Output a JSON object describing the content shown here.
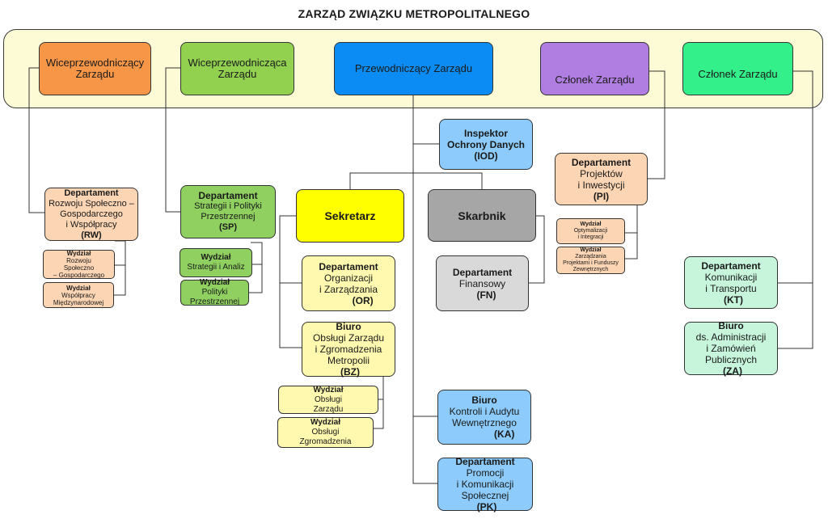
{
  "title": "ZARZĄD ZWIĄZKU METROPOLITALNEGO",
  "board": {
    "vice1": [
      "Wiceprzewodniczący",
      "Zarządu"
    ],
    "vice2": [
      "Wiceprzewodnicząca",
      "Zarządu"
    ],
    "chair": "Przewodniczący Zarządu",
    "member1": "Członek Zarządu",
    "member2": "Członek Zarządu"
  },
  "units": {
    "iod": [
      "Inspektor",
      "Ochrony Danych",
      "(IOD)"
    ],
    "rw": {
      "head": "Departament",
      "lines": [
        "Rozwoju Społeczno –",
        "Gospodarczego",
        "i Współpracy"
      ],
      "code": "(RW)"
    },
    "rw_wydzial1": {
      "head": "Wydział",
      "lines": [
        "Rozwoju",
        "Społeczno",
        "– Gospodarczego"
      ]
    },
    "rw_wydzial2": {
      "head": "Wydział",
      "lines": [
        "Współpracy",
        "Międzynarodowej"
      ]
    },
    "sp": {
      "head": "Departament",
      "lines": [
        "Strategii i Polityki",
        "Przestrzennej"
      ],
      "code": "(SP)"
    },
    "sp_wydzial1": {
      "head": "Wydział",
      "lines": [
        "Strategii i Analiz"
      ]
    },
    "sp_wydzial2": {
      "head": "Wydział",
      "lines": [
        "Polityki",
        "Przestrzennej"
      ]
    },
    "sekretarz": "Sekretarz",
    "skarbnik": "Skarbnik",
    "pi": {
      "head": "Departament",
      "lines": [
        "Projektów",
        "i Inwestycji"
      ],
      "code": "(PI)"
    },
    "pi_wydzial1": {
      "head": "Wydział",
      "lines": [
        "Optymalizacji",
        "i Integracji"
      ]
    },
    "pi_wydzial2": {
      "head": "Wydział",
      "lines": [
        "Zarządzania",
        "Projektami i Funduszy",
        "Zewnętrznych"
      ]
    },
    "or": {
      "head": "Departament",
      "lines": [
        "Organizacji",
        "i Zarządzania"
      ],
      "code": "(OR)"
    },
    "fn": {
      "head": "Departament",
      "lines": [
        "Finansowy"
      ],
      "code": "(FN)"
    },
    "bz": {
      "head": "Biuro",
      "lines": [
        "Obsługi Zarządu",
        "i Zgromadzenia",
        "Metropolii"
      ],
      "code": "(BZ)"
    },
    "bz_wydzial1": {
      "head": "Wydział",
      "lines": [
        "Obsługi",
        "Zarządu"
      ]
    },
    "bz_wydzial2": {
      "head": "Wydział",
      "lines": [
        "Obsługi",
        "Zgromadzenia"
      ]
    },
    "kt": {
      "head": "Departament",
      "lines": [
        "Komunikacji",
        "i Transportu"
      ],
      "code": "(KT)"
    },
    "za": {
      "head": "Biuro",
      "lines": [
        "ds. Administracji",
        "i Zamówień",
        "Publicznych"
      ],
      "code": "(ZA)"
    },
    "ka": {
      "head": "Biuro",
      "lines": [
        "Kontroli i Audytu",
        "Wewnętrznego"
      ],
      "code": "(KA)"
    },
    "pk": {
      "head": "Departament",
      "lines": [
        "Promocji",
        "i Komunikacji",
        "Społecznej"
      ],
      "code": "(PK)"
    }
  },
  "colors": {
    "band": "#fdfbd6",
    "orange": "#f79646",
    "green": "#92d050",
    "blue": "#0b8cf5",
    "purple": "#b07ee0",
    "mint": "#33f08a",
    "yellow": "#ffff00",
    "gray": "#a6a6a6"
  }
}
